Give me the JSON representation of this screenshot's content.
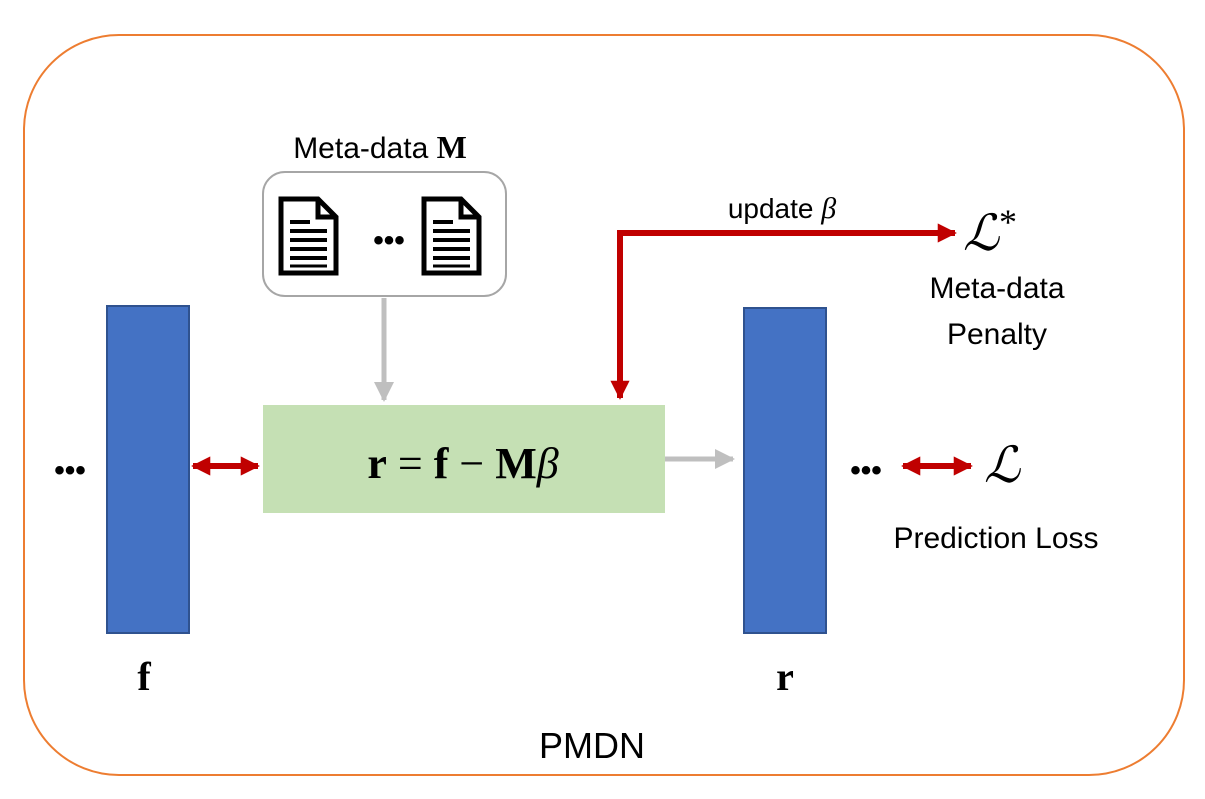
{
  "container": {
    "label": "PMDN",
    "border_color": "#ED7D31"
  },
  "metadata": {
    "label_text": "Meta-data ",
    "label_symbol": "M",
    "ellipsis": "•••",
    "doc_icon": "document-icon"
  },
  "input_layer": {
    "label": "f",
    "left_dots": "•••",
    "color": "#4472C4"
  },
  "output_layer": {
    "label": "r",
    "right_dots": "•••",
    "color": "#4472C4"
  },
  "equation": {
    "lhs": "r",
    "eq": " = ",
    "f": "f",
    "minus": " − ",
    "M": "M",
    "beta": "β",
    "box_color": "#C5E0B4"
  },
  "update": {
    "label_text": "update ",
    "label_beta": "β"
  },
  "meta_penalty": {
    "symbol": "ℒ",
    "star": "*",
    "line1": "Meta-data",
    "line2": "Penalty"
  },
  "prediction_loss": {
    "symbol": "ℒ",
    "label": "Prediction Loss"
  },
  "colors": {
    "red_arrow": "#C00000",
    "gray_arrow": "#BFBFBF"
  }
}
